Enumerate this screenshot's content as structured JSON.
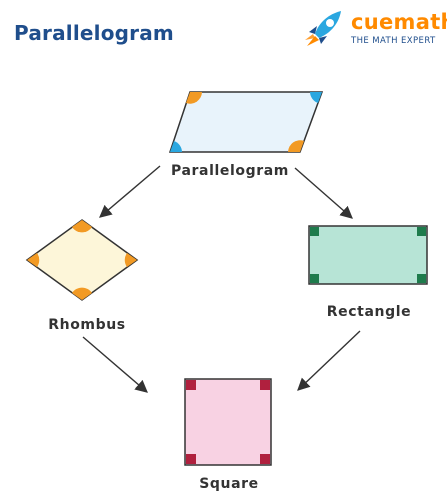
{
  "title": "Parallelogram",
  "brand": {
    "name": "cuemath",
    "tagline": "THE MATH EXPERT"
  },
  "colors": {
    "title": "#1f4e8c",
    "brand_orange": "#ff8a00",
    "outline": "#333333",
    "parallelogram_fill": "#e8f3fb",
    "rhombus_fill": "#fdf6d9",
    "rectangle_fill": "#b7e4d6",
    "square_fill": "#f8d2e3",
    "angle_orange": "#f29a24",
    "angle_blue": "#2aa7e0",
    "right_angle_green": "#1e7b4c",
    "right_angle_red": "#b0203e"
  },
  "shapes": {
    "parallelogram": {
      "label": "Parallelogram",
      "angle_marks": [
        "orange",
        "blue",
        "blue",
        "orange"
      ]
    },
    "rhombus": {
      "label": "Rhombus",
      "angle_marks": [
        "orange",
        "orange",
        "orange",
        "orange"
      ]
    },
    "rectangle": {
      "label": "Rectangle",
      "angle_marks": [
        "green",
        "green",
        "green",
        "green"
      ]
    },
    "square": {
      "label": "Square",
      "angle_marks": [
        "red",
        "red",
        "red",
        "red"
      ]
    }
  },
  "relations": [
    {
      "from": "parallelogram",
      "to": "rhombus"
    },
    {
      "from": "parallelogram",
      "to": "rectangle"
    },
    {
      "from": "rhombus",
      "to": "square"
    },
    {
      "from": "rectangle",
      "to": "square"
    }
  ]
}
